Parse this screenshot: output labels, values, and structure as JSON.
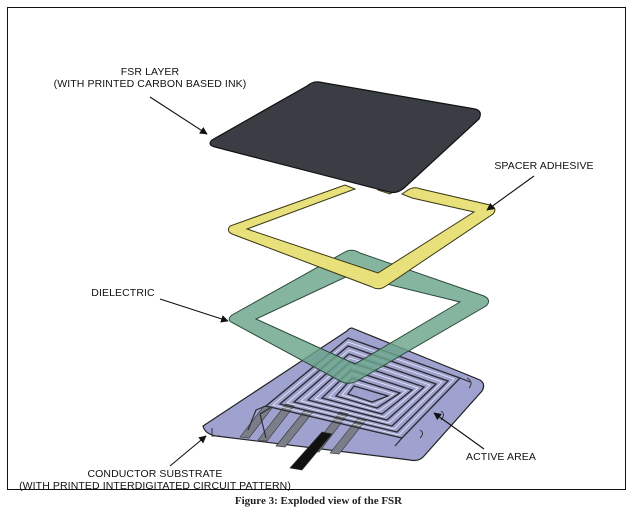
{
  "labels": {
    "fsr_layer_line1": "FSR LAYER",
    "fsr_layer_line2": "(WITH PRINTED CARBON BASED INK)",
    "spacer_adhesive": "SPACER ADHESIVE",
    "dielectric": "DIELECTRIC",
    "active_area": "ACTIVE AREA",
    "conductor_substrate_line1": "CONDUCTOR SUBSTRATE",
    "conductor_substrate_line2": "(WITH PRINTED INTERDIGITATED CIRCUIT PATTERN)"
  },
  "caption": "Figure 3: Exploded view of the FSR",
  "colors": {
    "fsr_layer": "#3a3d44",
    "spacer": "#e8e07a",
    "dielectric": "#6aa58a",
    "substrate": "#9fa2cf",
    "conductor": "#7b7d88"
  }
}
